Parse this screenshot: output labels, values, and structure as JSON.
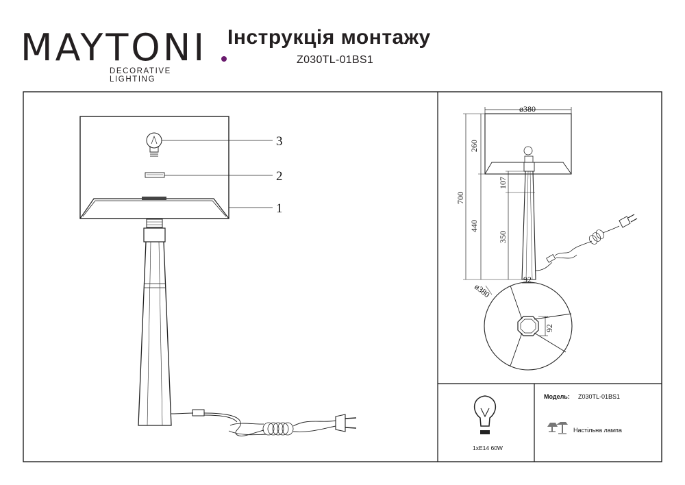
{
  "brand": {
    "name": "MAYTONI",
    "tagline": "DECORATIVE LIGHTING",
    "accent_color": "#6a1b6e"
  },
  "document": {
    "title": "Інструкція  монтажу",
    "model_code": "Z030TL-01BS1"
  },
  "main_diagram": {
    "callouts": [
      "1",
      "2",
      "3"
    ]
  },
  "dimensions": {
    "shade_diameter_top": "ø380",
    "shade_height": "260",
    "total_height": "700",
    "stem_upper": "107",
    "body_height": "440",
    "body_lower": "350",
    "base_width": "92",
    "plan_diameter": "ø380",
    "plan_base": "92"
  },
  "info_panel": {
    "bulb_icon": "light-bulb-icon",
    "bulb_spec": "1xE14 60W",
    "model_label": "Модель:",
    "model_value": "Z030TL-01BS1",
    "type_icon": "table-lamp-icon",
    "type_value": "Настільна лампа"
  }
}
